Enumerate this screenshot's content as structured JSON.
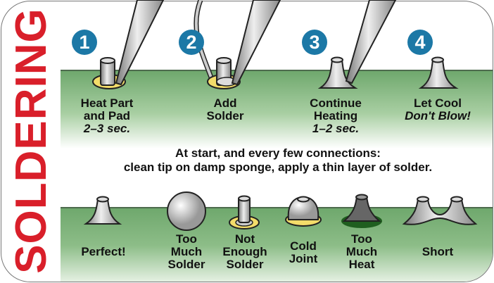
{
  "title": "SOLDERING",
  "steps": [
    {
      "number": "1",
      "line1": "Heat Part",
      "line2": "and Pad",
      "note": "2–3 sec."
    },
    {
      "number": "2",
      "line1": "Add",
      "line2": "Solder",
      "note": ""
    },
    {
      "number": "3",
      "line1": "Continue",
      "line2": "Heating",
      "note": "1–2 sec."
    },
    {
      "number": "4",
      "line1": "Let Cool",
      "line2": "",
      "note": "Don't Blow!"
    }
  ],
  "tip": {
    "line1": "At start, and every few connections:",
    "line2": "clean tip on damp sponge, apply a thin layer of solder."
  },
  "joints": [
    {
      "label": "Perfect!"
    },
    {
      "label": "Too Much Solder",
      "l1": "Too",
      "l2": "Much",
      "l3": "Solder"
    },
    {
      "label": "Not Enough Solder",
      "l1": "Not",
      "l2": "Enough",
      "l3": "Solder"
    },
    {
      "label": "Cold Joint",
      "l1": "Cold",
      "l2": "Joint"
    },
    {
      "label": "Too Much Heat",
      "l1": "Too",
      "l2": "Much",
      "l3": "Heat"
    },
    {
      "label": "Short"
    }
  ],
  "colors": {
    "title": "#d91f2a",
    "badge": "#1c78a6",
    "board": "#6fa86d",
    "pad": "#f3dc6a"
  }
}
